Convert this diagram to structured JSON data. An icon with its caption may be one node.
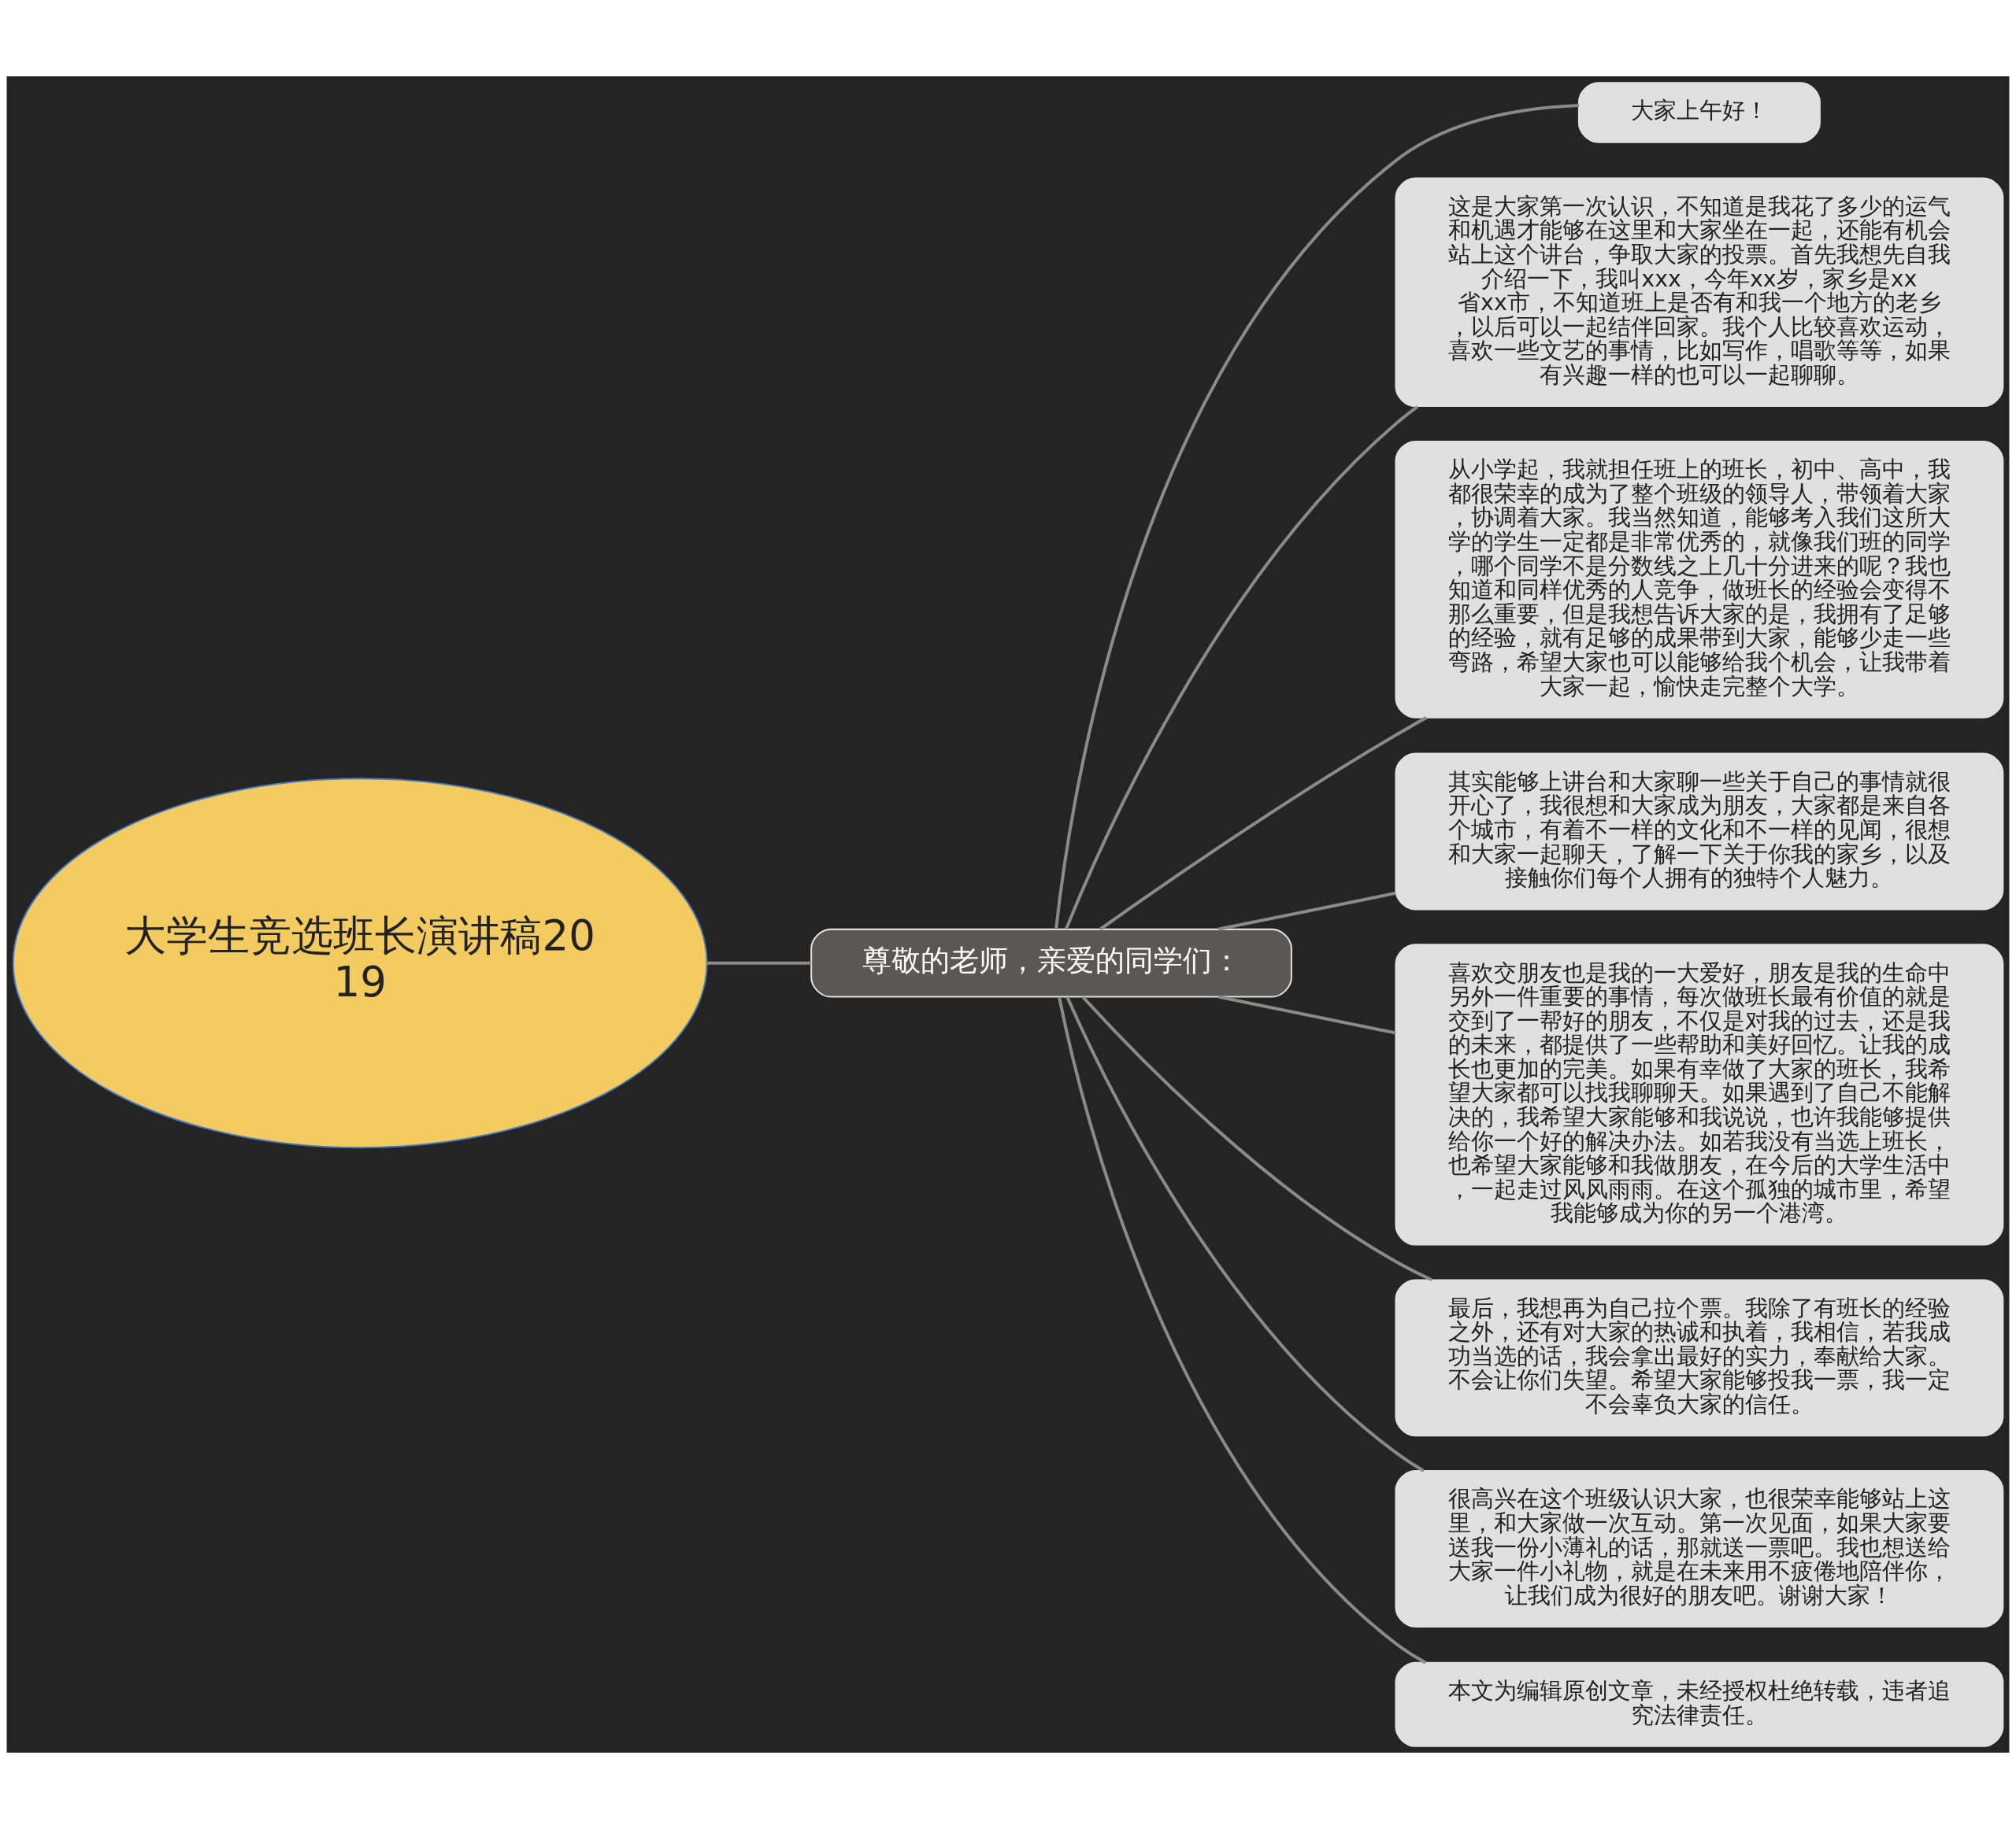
{
  "diagram": {
    "nodes": [
      {
        "text": [
          "大学生竞选班长演讲稿2019"
        ]
      },
      {
        "text": [
          "尊敬的老师，亲爱的同学们："
        ]
      },
      {
        "text": [
          "大家上午好！"
        ]
      },
      {
        "text": [
          "这是大家第一次认识，不知道是我花了多少的运气和机遇才能够在这里和大家坐在一起，还能有机会站上这个讲台，争取大家的投票。首先我想先自我介绍一下，我叫xxx，今年xx岁，家乡是xx省xx市，不知道班上是否有和我一个地方的老乡，以后可以一起结伴回家。我个人比较喜欢运动，喜欢一些文艺的事情，比如写作，唱歌等等，如果有兴趣一样的也可以一起聊聊。"
        ]
      },
      {
        "text": [
          "从小学起，我就担任班上的班长，初中、高中，我都很荣幸的成为了整个班级的领导人，带领着大家，协调着大家。我当然知道，能够考入我们这所大学的学生一定都是非常优秀的，就像我们班的同学，哪个同学不是分数线之上几十分进来的呢？我也知道和同样优秀的人竞争，做班长的经验会变得不那么重要，但是我想告诉大家的是，我拥有了足够的经验，就有足够的成果带到大家，能够少走一些弯路，希望大家也可以能够给我个机会，让我带着大家一起，愉快走完整个大学。"
        ]
      },
      {
        "text": [
          "其实能够上讲台和大家聊一些关于自己的事情就很开心了，我很想和大家成为朋友，大家都是来自各个城市，有着不一样的文化和不一样的见闻，很想和大家一起聊天，了解一下关于你我的家乡，以及接触你们每个人拥有的独特个人魅力。"
        ]
      },
      {
        "text": [
          "喜欢交朋友也是我的一大爱好，朋友是我的生命中另外一件重要的事情，每次做班长最有价值的就是交到了一帮好的朋友，不仅是对我的过去，还是我的未来，都提供了一些帮助和美好回忆。让我的成长也更加的完美。如果有幸做了大家的班长，我希望大家都可以找我聊聊天。如果遇到了自己不能解决的，我希望大家能够和我说说，也许我能够提供给你一个好的解决办法。如若我没有当选上班长，也希望大家能够和我做朋友，在今后的大学生活中，一起走过风风雨雨。在这个孤独的城市里，希望我能够成为你的另一个港湾。"
        ]
      },
      {
        "text": [
          "最后，我想再为自己拉个票。我除了有班长的经验之外，还有对大家的热诚和执着，我相信，若我成功当选的话，我会拿出最好的实力，奉献给大家。不会让你们失望。希望大家能够投我一票，我一定不会辜负大家的信任。"
        ]
      },
      {
        "text": [
          "很高兴在这个班级认识大家，也很荣幸能够站上这里，和大家做一次互动。第一次见面，如果大家要送我一份小薄礼的话，那就送一票吧。我也想送给大家一件小礼物，就是在未来用不疲倦地陪伴你，让我们成为很好的朋友吧。谢谢大家！"
        ]
      },
      {
        "text": [
          "本文为编辑原创文章，未经授权杜绝转载，违者追究法律责任。"
        ]
      }
    ],
    "edges": [
      {
        "from": 0,
        "to": 1,
        "arrow": "none"
      },
      {
        "from": 1,
        "to": 2,
        "arrow": "none"
      },
      {
        "from": 1,
        "to": 3,
        "arrow": "none"
      },
      {
        "from": 1,
        "to": 4,
        "arrow": "none"
      },
      {
        "from": 1,
        "to": 5,
        "arrow": "none"
      },
      {
        "from": 1,
        "to": 6,
        "arrow": "none"
      },
      {
        "from": 1,
        "to": 7,
        "arrow": "none"
      },
      {
        "from": 1,
        "to": 8,
        "arrow": "none"
      },
      {
        "from": 1,
        "to": 9,
        "arrow": "none"
      }
    ]
  }
}
